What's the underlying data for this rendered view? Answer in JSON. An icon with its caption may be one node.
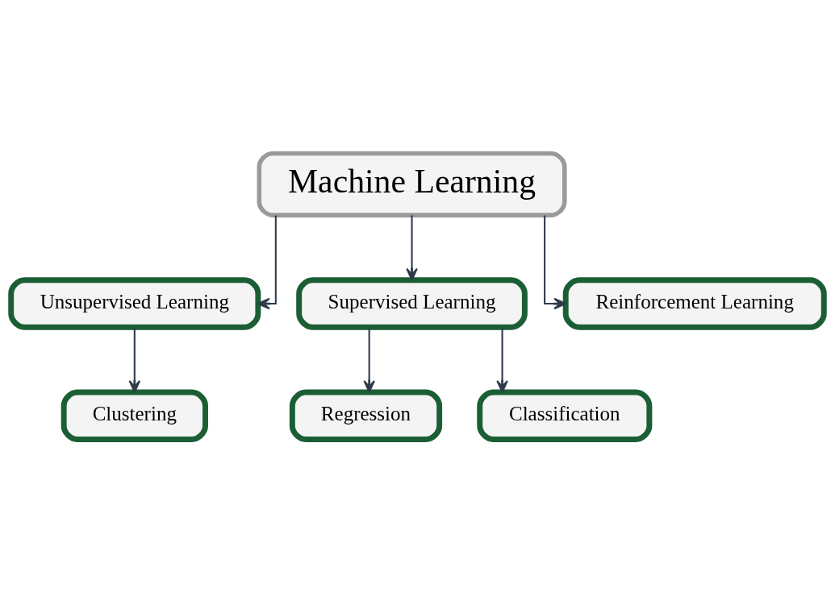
{
  "diagram": {
    "nodes": [
      {
        "text": [
          "Machine Learning"
        ]
      },
      {
        "text": [
          "Unsupervised Learning"
        ]
      },
      {
        "text": [
          "Supervised Learning"
        ]
      },
      {
        "text": [
          "Reinforcement Learning"
        ]
      },
      {
        "text": [
          "Regression"
        ]
      },
      {
        "text": [
          "Classification"
        ]
      },
      {
        "text": [
          "Clustering"
        ]
      }
    ],
    "edges": [
      {
        "from": 0,
        "to": 1,
        "arrow": "to"
      },
      {
        "from": 0,
        "to": 2,
        "arrow": "to"
      },
      {
        "from": 0,
        "to": 3,
        "arrow": "to"
      },
      {
        "from": 1,
        "to": 6,
        "arrow": "to"
      },
      {
        "from": 2,
        "to": 4,
        "arrow": "to"
      },
      {
        "from": 2,
        "to": 5,
        "arrow": "to"
      }
    ]
  }
}
